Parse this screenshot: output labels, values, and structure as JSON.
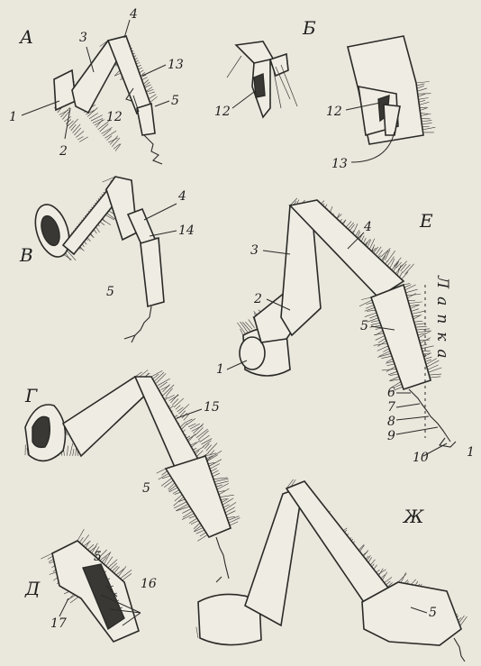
{
  "panels": [
    "А",
    "Б",
    "В",
    "Г",
    "Д",
    "Е",
    "Ж"
  ],
  "numbers": {
    "A": [
      "1",
      "2",
      "3",
      "4",
      "12",
      "13",
      "5"
    ],
    "B": [
      "12",
      "12",
      "13"
    ],
    "V": [
      "4",
      "14",
      "5"
    ],
    "E": [
      "4",
      "3",
      "2",
      "1",
      "5",
      "6",
      "7",
      "8",
      "9",
      "10",
      "1"
    ],
    "G": [
      "15",
      "5"
    ],
    "D": [
      "5",
      "16",
      "17"
    ],
    "ZH": [
      "5"
    ]
  },
  "side_label": "Лапка",
  "colors": {
    "ink": "#2a2a27",
    "paper": "#eae7dd"
  }
}
